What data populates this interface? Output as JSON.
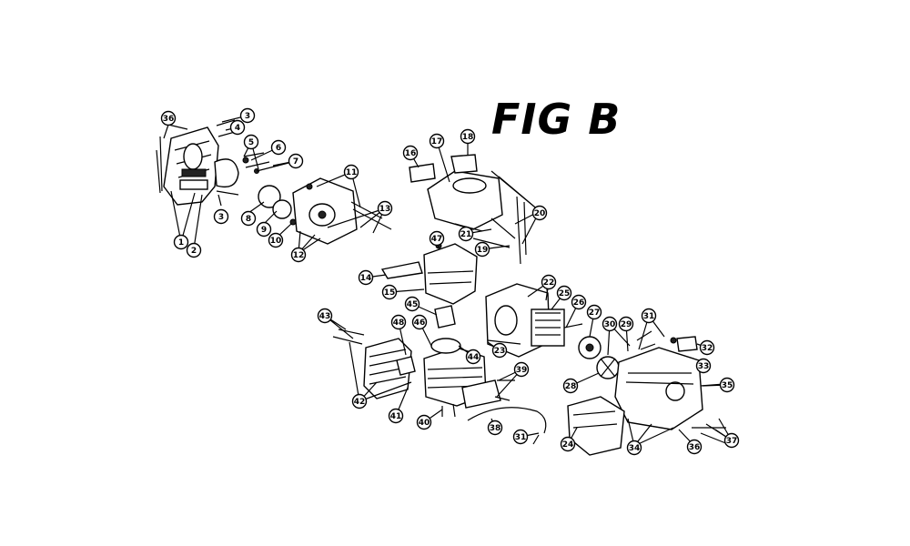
{
  "figure": {
    "title": "FIG B"
  },
  "callouts": [
    {
      "id": "c36a",
      "label": "36"
    },
    {
      "id": "c3a",
      "label": "3"
    },
    {
      "id": "c4",
      "label": "4"
    },
    {
      "id": "c5",
      "label": "5"
    },
    {
      "id": "c6",
      "label": "6"
    },
    {
      "id": "c7",
      "label": "7"
    },
    {
      "id": "c11",
      "label": "11"
    },
    {
      "id": "c13",
      "label": "13"
    },
    {
      "id": "c3b",
      "label": "3"
    },
    {
      "id": "c8",
      "label": "8"
    },
    {
      "id": "c9",
      "label": "9"
    },
    {
      "id": "c10",
      "label": "10"
    },
    {
      "id": "c12",
      "label": "12"
    },
    {
      "id": "c1",
      "label": "1"
    },
    {
      "id": "c2",
      "label": "2"
    },
    {
      "id": "c16",
      "label": "16"
    },
    {
      "id": "c17",
      "label": "17"
    },
    {
      "id": "c18",
      "label": "18"
    },
    {
      "id": "c20",
      "label": "20"
    },
    {
      "id": "c21",
      "label": "21"
    },
    {
      "id": "c19",
      "label": "19"
    },
    {
      "id": "c47",
      "label": "47"
    },
    {
      "id": "c14",
      "label": "14"
    },
    {
      "id": "c15",
      "label": "15"
    },
    {
      "id": "c22",
      "label": "22"
    },
    {
      "id": "c25",
      "label": "25"
    },
    {
      "id": "c26",
      "label": "26"
    },
    {
      "id": "c27",
      "label": "27"
    },
    {
      "id": "c30",
      "label": "30"
    },
    {
      "id": "c29",
      "label": "29"
    },
    {
      "id": "c31a",
      "label": "31"
    },
    {
      "id": "c32",
      "label": "32"
    },
    {
      "id": "c33",
      "label": "33"
    },
    {
      "id": "c35",
      "label": "35"
    },
    {
      "id": "c28",
      "label": "28"
    },
    {
      "id": "c45",
      "label": "45"
    },
    {
      "id": "c46",
      "label": "46"
    },
    {
      "id": "c48",
      "label": "48"
    },
    {
      "id": "c43",
      "label": "43"
    },
    {
      "id": "c44",
      "label": "44"
    },
    {
      "id": "c23",
      "label": "23"
    },
    {
      "id": "c39",
      "label": "39"
    },
    {
      "id": "c42",
      "label": "42"
    },
    {
      "id": "c41",
      "label": "41"
    },
    {
      "id": "c40",
      "label": "40"
    },
    {
      "id": "c38",
      "label": "38"
    },
    {
      "id": "c31b",
      "label": "31"
    },
    {
      "id": "c24",
      "label": "24"
    },
    {
      "id": "c34",
      "label": "34"
    },
    {
      "id": "c36b",
      "label": "36"
    },
    {
      "id": "c37",
      "label": "37"
    }
  ]
}
